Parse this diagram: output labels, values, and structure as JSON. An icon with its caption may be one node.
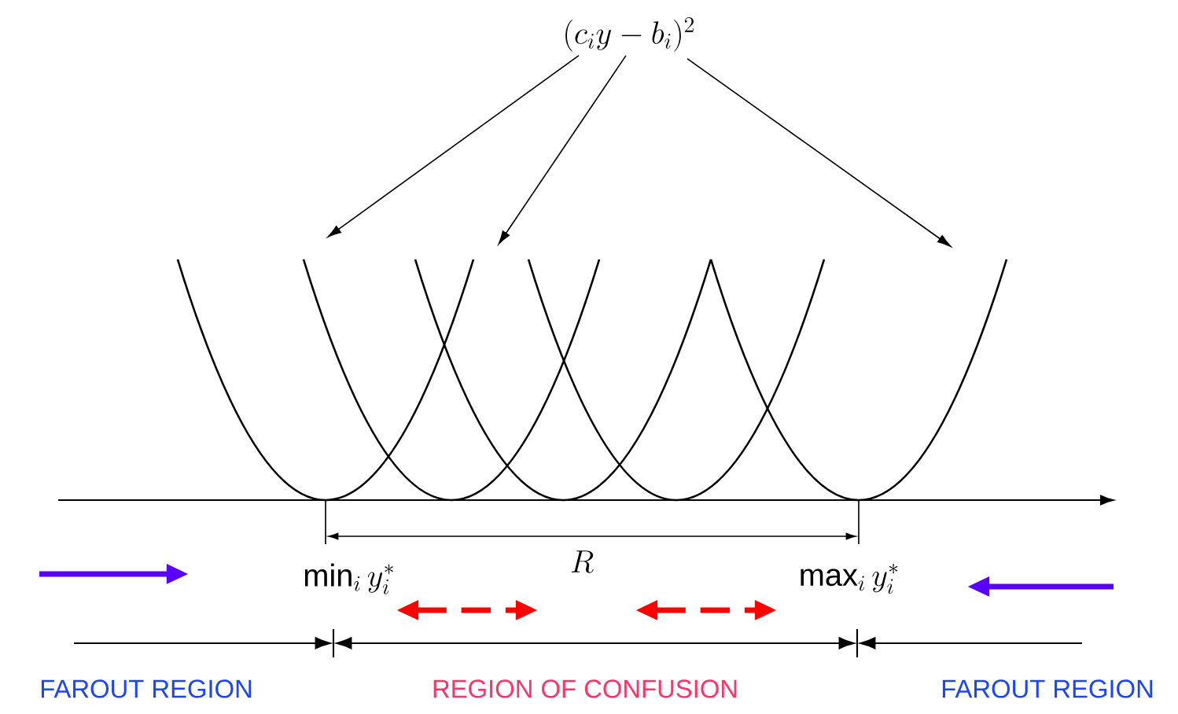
{
  "diagram": {
    "nodes": [
      {
        "text": [
          "(c_i y - b_i)^2"
        ]
      },
      {
        "text": [],
        "shape": "parabola"
      },
      {
        "text": [],
        "shape": "parabola"
      },
      {
        "text": [],
        "shape": "parabola"
      },
      {
        "text": [],
        "shape": "parabola"
      },
      {
        "text": [],
        "shape": "parabola"
      }
    ],
    "edges": [
      {
        "from": 0,
        "to": 1,
        "arrow": "to"
      },
      {
        "from": 0,
        "to": 2,
        "arrow": "to"
      },
      {
        "from": 0,
        "to": 5,
        "arrow": "to"
      }
    ],
    "labels": [
      "\\min_i y_i^*",
      "R",
      "\\max_i y_i^*",
      "FAROUT REGION",
      "REGION OF CONFUSION",
      "FAROUT REGION"
    ]
  }
}
